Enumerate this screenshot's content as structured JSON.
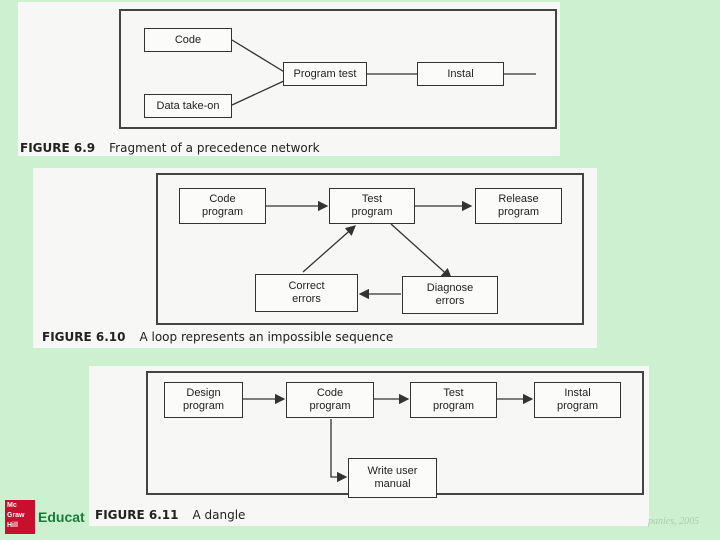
{
  "colors": {
    "background": "#cdf1d0",
    "panel": "#f7f7f5",
    "stroke": "#333333"
  },
  "fig9": {
    "number": "FIGURE 6.9",
    "caption": "Fragment of a precedence network",
    "nodes": {
      "code": "Code",
      "data": "Data take-on",
      "test": "Program test",
      "instal": "Instal"
    }
  },
  "fig10": {
    "number": "FIGURE 6.10",
    "caption": "A loop represents an impossible sequence",
    "nodes": {
      "code": "Code\nprogram",
      "test": "Test\nprogram",
      "release": "Release\nprogram",
      "correct": "Correct\nerrors",
      "diagnose": "Diagnose\nerrors"
    }
  },
  "fig11": {
    "number": "FIGURE 6.11",
    "caption": "A dangle",
    "nodes": {
      "design": "Design\nprogram",
      "code": "Code\nprogram",
      "test": "Test\nprogram",
      "instal": "Instal\nprogram",
      "manual": "Write user\nmanual"
    }
  },
  "footer": {
    "logo": "Mc\nGraw\nHill",
    "logo_text": "Educat",
    "right_text": "panies, 2005"
  }
}
